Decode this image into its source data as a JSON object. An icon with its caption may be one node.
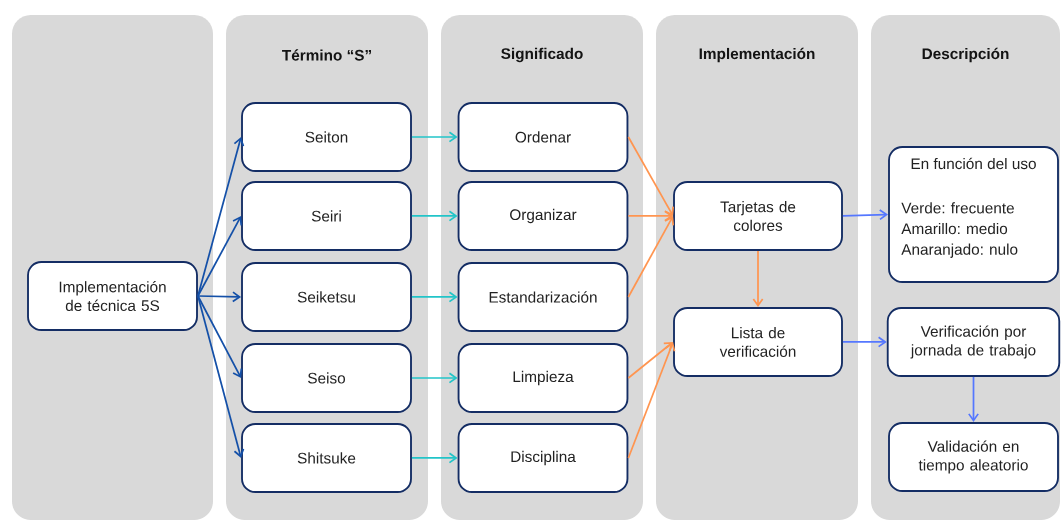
{
  "diagram": {
    "nodes": [
      {
        "text": [],
        "shape": "box"
      },
      {
        "text": [
          "Término “S”"
        ]
      },
      {
        "text": [
          "Significado"
        ]
      },
      {
        "text": [
          "Implementación"
        ]
      },
      {
        "text": [
          "Descripción"
        ]
      },
      {
        "text": [
          "Implementación de técnica 5S"
        ],
        "in": 0
      },
      {
        "text": [
          "Seiton"
        ],
        "in": 1
      },
      {
        "text": [
          "Seiri"
        ],
        "in": 1
      },
      {
        "text": [
          "Seiketsu"
        ],
        "in": 1
      },
      {
        "text": [
          "Seiso"
        ],
        "in": 1
      },
      {
        "text": [
          "Shitsuke"
        ],
        "in": 1
      },
      {
        "text": [
          "Ordenar"
        ],
        "in": 2
      },
      {
        "text": [
          "Organizar"
        ],
        "in": 2
      },
      {
        "text": [
          "Estandarización"
        ],
        "in": 2
      },
      {
        "text": [
          "Limpieza"
        ],
        "in": 2
      },
      {
        "text": [
          "Disciplina"
        ],
        "in": 2
      },
      {
        "text": [
          "Tarjetas de colores"
        ],
        "in": 3
      },
      {
        "text": [
          "Lista de verificación"
        ],
        "in": 3
      },
      {
        "text": [
          "En función del uso",
          "Verde: frecuente Amarillo: medio Anaranjado: nulo"
        ],
        "in": 4
      },
      {
        "text": [
          "Verificación por jornada de trabajo"
        ],
        "in": 4
      },
      {
        "text": [
          "Validación en tiempo aleatorio"
        ],
        "in": 4
      }
    ],
    "edges": [
      {
        "from": 5,
        "to": 6,
        "arrow": "to",
        "color": "#1450a8"
      },
      {
        "from": 5,
        "to": 7,
        "arrow": "to",
        "color": "#1450a8"
      },
      {
        "from": 5,
        "to": 8,
        "arrow": "to",
        "color": "#1450a8"
      },
      {
        "from": 5,
        "to": 9,
        "arrow": "to",
        "color": "#1450a8"
      },
      {
        "from": 5,
        "to": 10,
        "arrow": "to",
        "color": "#1450a8"
      },
      {
        "from": 6,
        "to": 11,
        "arrow": "to",
        "color": "#22c4c8"
      },
      {
        "from": 7,
        "to": 12,
        "arrow": "to",
        "color": "#22c4c8"
      },
      {
        "from": 8,
        "to": 13,
        "arrow": "to",
        "color": "#22c4c8"
      },
      {
        "from": 9,
        "to": 14,
        "arrow": "to",
        "color": "#22c4c8"
      },
      {
        "from": 10,
        "to": 15,
        "arrow": "to",
        "color": "#22c4c8"
      },
      {
        "from": 11,
        "to": 16,
        "arrow": "to",
        "color": "#ff9550"
      },
      {
        "from": 12,
        "to": 16,
        "arrow": "to",
        "color": "#ff9550"
      },
      {
        "from": 13,
        "to": 16,
        "arrow": "to",
        "color": "#ff9550"
      },
      {
        "from": 14,
        "to": 17,
        "arrow": "to",
        "color": "#ff9550"
      },
      {
        "from": 15,
        "to": 17,
        "arrow": "to",
        "color": "#ff9550"
      },
      {
        "from": 16,
        "to": 17,
        "arrow": "to",
        "color": "#ff9550"
      },
      {
        "from": 16,
        "to": 18,
        "arrow": "to",
        "color": "#5577ff"
      },
      {
        "from": 17,
        "to": 19,
        "arrow": "to",
        "color": "#5577ff"
      },
      {
        "from": 19,
        "to": 20,
        "arrow": "to",
        "color": "#5577ff"
      }
    ]
  }
}
